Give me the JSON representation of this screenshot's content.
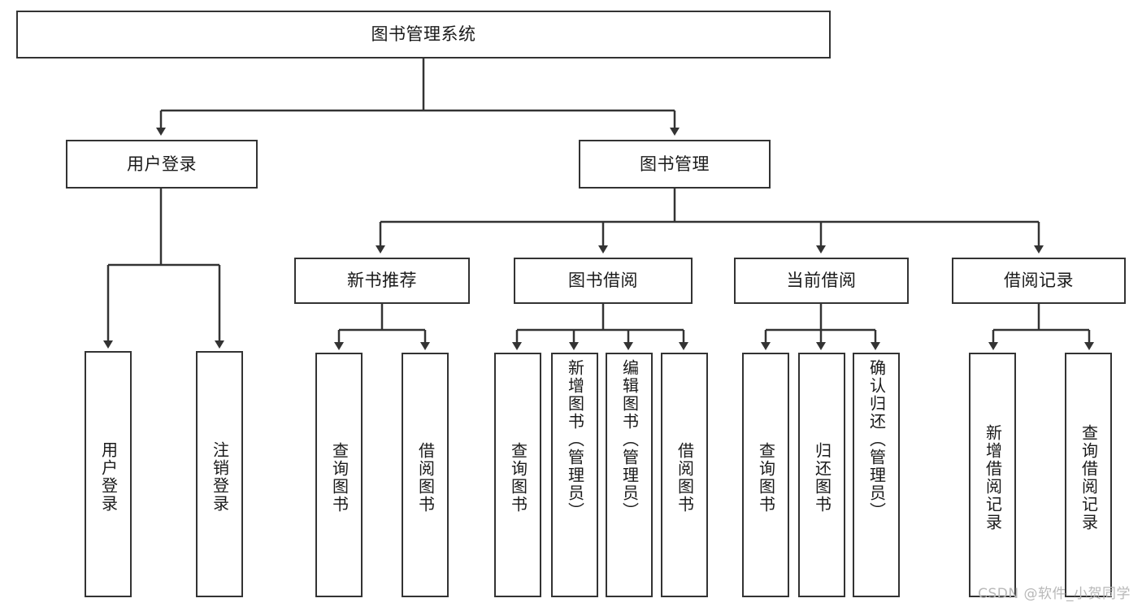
{
  "diagram": {
    "title": "图书管理系统",
    "type": "tree",
    "watermark": "CSDN @软件_小贺同学",
    "colors": {
      "border": "#333333",
      "background": "#ffffff",
      "text": "#1a1a1a",
      "watermark": "#b8b8b8"
    },
    "nodes": {
      "root": {
        "label": "图书管理系统"
      },
      "level2": [
        {
          "label": "用户登录"
        },
        {
          "label": "图书管理"
        }
      ],
      "level3": [
        {
          "label": "新书推荐"
        },
        {
          "label": "图书借阅"
        },
        {
          "label": "当前借阅"
        },
        {
          "label": "借阅记录"
        }
      ],
      "leaves": {
        "user_login": [
          {
            "label": "用户登录"
          },
          {
            "label": "注销登录"
          }
        ],
        "new_book_recommend": [
          {
            "label": "查询图书"
          },
          {
            "label": "借阅图书"
          }
        ],
        "book_borrow": [
          {
            "label": "查询图书"
          },
          {
            "label": "新增图书（管理员）"
          },
          {
            "label": "编辑图书（管理员）"
          },
          {
            "label": "借阅图书"
          }
        ],
        "current_borrow": [
          {
            "label": "查询图书"
          },
          {
            "label": "归还图书"
          },
          {
            "label": "确认归还（管理员）"
          }
        ],
        "borrow_record": [
          {
            "label": "新增借阅记录"
          },
          {
            "label": "查询借阅记录"
          }
        ]
      }
    }
  }
}
